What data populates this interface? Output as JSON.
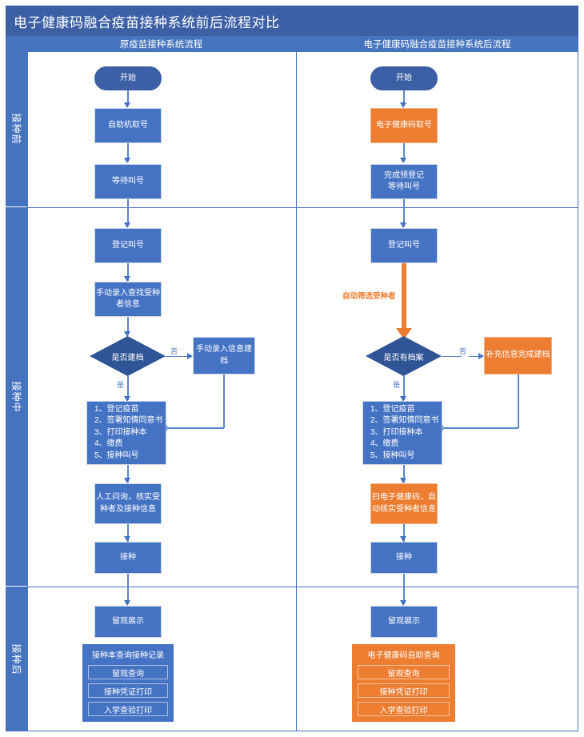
{
  "title": "电子健康码融合疫苗接种系统前后流程对比",
  "columns": {
    "left_header": "原疫苗接种系统流程",
    "right_header": "电子健康码融合疫苗接种系统后流程"
  },
  "stages": [
    {
      "label": "接种前"
    },
    {
      "label": "接种中"
    },
    {
      "label": "接种后"
    }
  ],
  "left_flow": {
    "start": "开始",
    "take_number": "自助机取号",
    "wait_call": "等待叫号",
    "register_call": "登记叫号",
    "manual_lookup": "手动录入查找受种者信息",
    "decision": "是否建档",
    "decision_no": "否",
    "decision_yes": "是",
    "manual_archive": "手动录入信息建档",
    "steps_list": "1、登记疫苗\n2、签署知情同意书\n3、打印接种本\n4、缴费\n5、接种叫号",
    "manual_verify": "人工问询，核实受种者及接种信息",
    "vaccinate": "接种",
    "observe": "留观展示",
    "query_group": {
      "title": "接种本查询接种记录",
      "items": [
        "留观查询",
        "接种凭证打印",
        "入学查验打印"
      ]
    }
  },
  "right_flow": {
    "start": "开始",
    "take_number": "电子健康码取号",
    "pre_register": "完成预登记\n等待叫号",
    "register_call": "登记叫号",
    "auto_filter_label": "自动筛选受种者",
    "decision": "是否有档案",
    "decision_no": "否",
    "decision_yes": "是",
    "supplement_archive": "补充信息完成建档",
    "steps_list": "1、登记疫苗\n2、签署知情同意书\n3、打印接种本\n4、缴费\n5、接种叫号",
    "scan_verify": "扫电子健康码，自动核实受种者信息",
    "vaccinate": "接种",
    "observe": "留观展示",
    "query_group": {
      "title": "电子健康码自助查询",
      "items": [
        "留观查询",
        "接种凭证打印",
        "入学查验打印"
      ]
    }
  },
  "colors": {
    "title_bar": "#3C5FA5",
    "header_band": "#4573BE",
    "node_blue": "#4573C4",
    "node_orange": "#ED7D31",
    "decision_navy": "#2F5597",
    "connector": "#5B87CC"
  }
}
